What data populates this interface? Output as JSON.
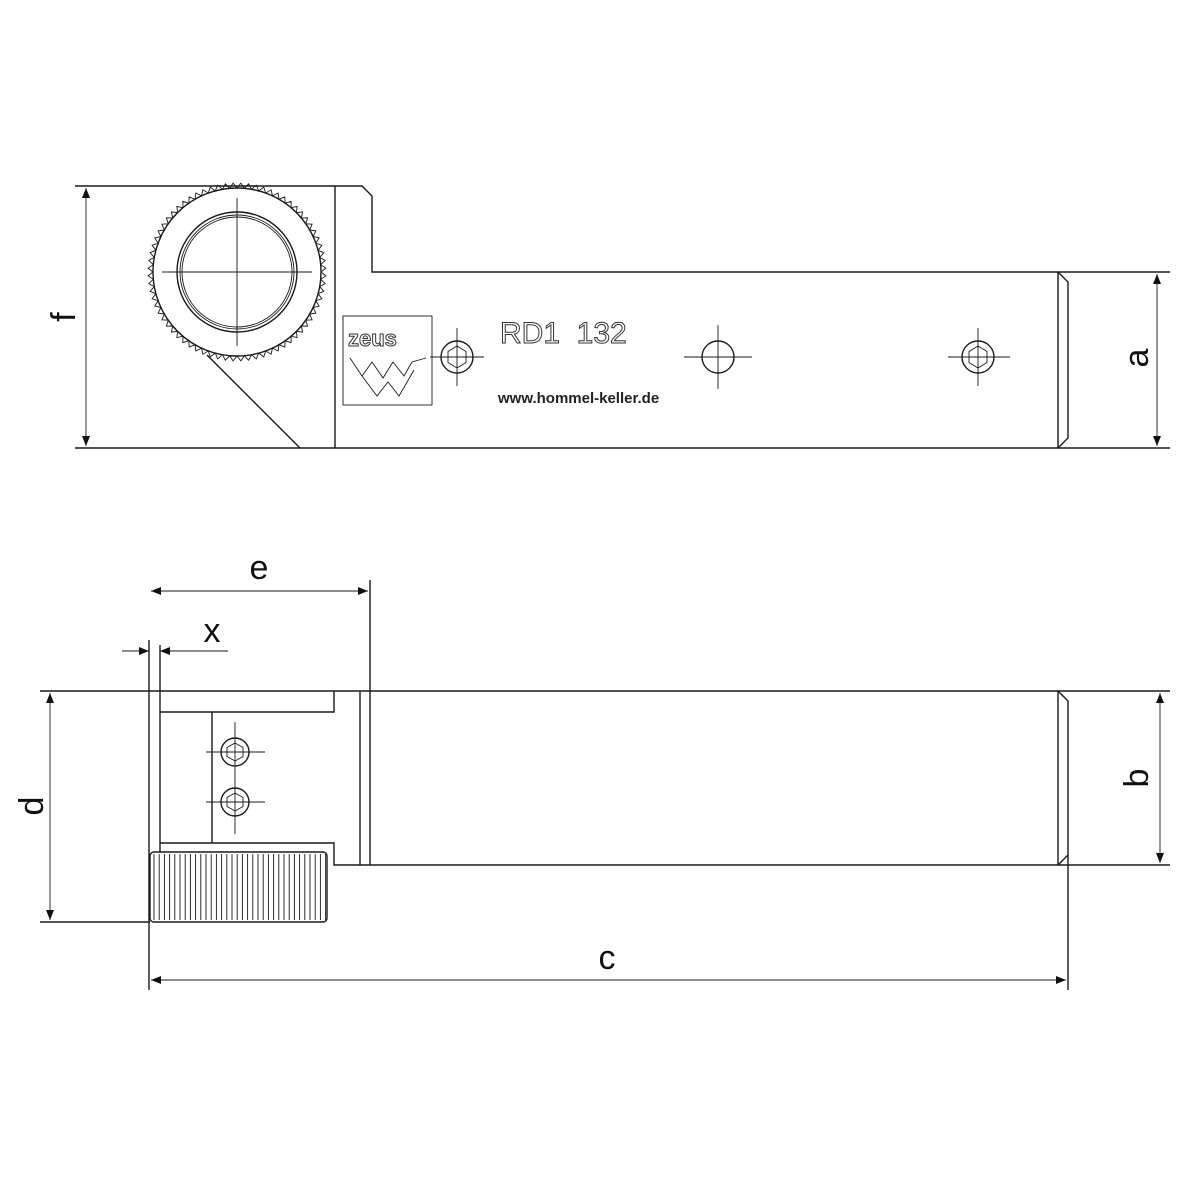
{
  "drawing": {
    "top_view": {
      "marking": "RD1  132",
      "website": "www.hommel-keller.de",
      "logo_text": "zeus",
      "dimensions": [
        "f",
        "a"
      ]
    },
    "side_view": {
      "dimensions": [
        "e",
        "x",
        "d",
        "b",
        "c"
      ]
    },
    "line_color": "#1a1a1a",
    "background": "#ffffff"
  }
}
